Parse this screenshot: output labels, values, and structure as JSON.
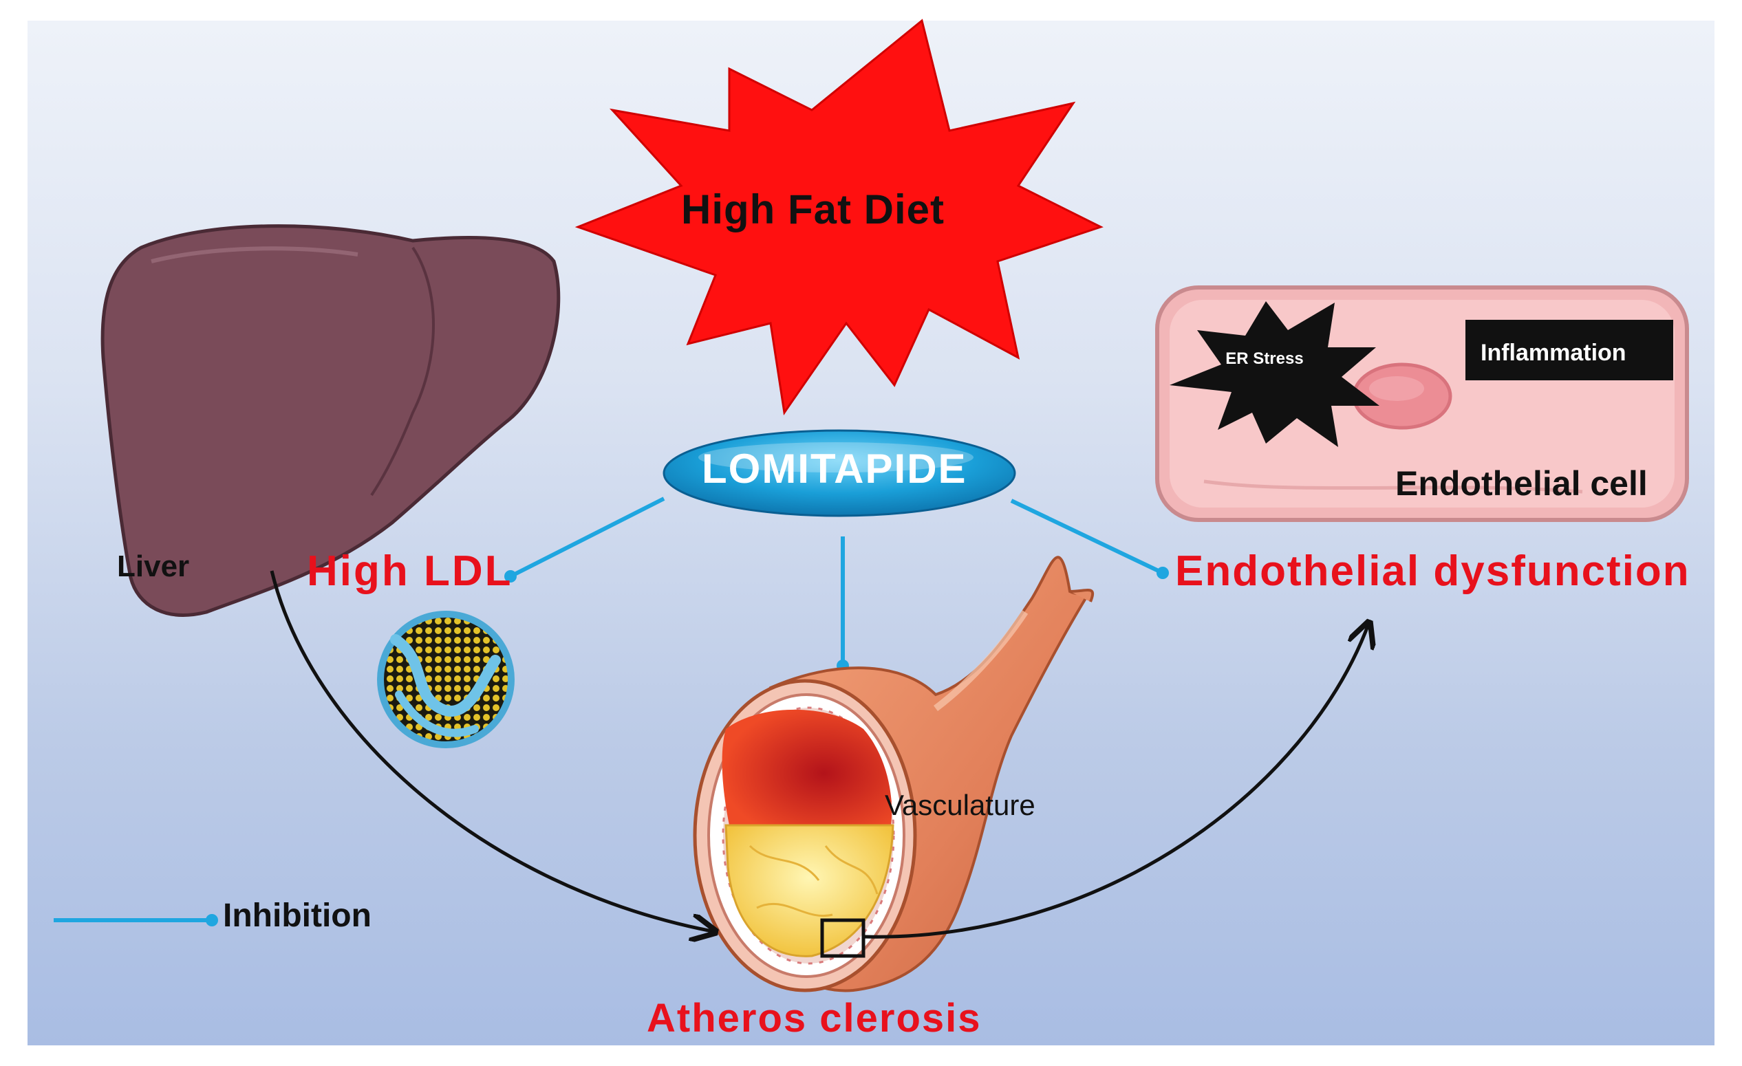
{
  "stimulus": {
    "label": "High Fat Diet"
  },
  "drug": {
    "label": "LOMITAPIDE"
  },
  "organ": {
    "label": "Liver"
  },
  "lipid": {
    "label": "High LDL"
  },
  "outcome_right": {
    "label": "Endothelial dysfunction"
  },
  "cell": {
    "label": "Endothelial cell",
    "inflammation_label": "Inflammation",
    "er_stress_label": "ER Stress"
  },
  "vessel": {
    "label": "Vasculature"
  },
  "disease": {
    "label": "Atheros clerosis"
  },
  "legend": {
    "inhibition_label": "Inhibition"
  },
  "colors": {
    "title_red": "#e8111c",
    "inhibition_line": "#1fa6e0",
    "liver": "#7a4b59",
    "drug_oval": "#1a9fd8",
    "starburst": "#ff1010"
  }
}
